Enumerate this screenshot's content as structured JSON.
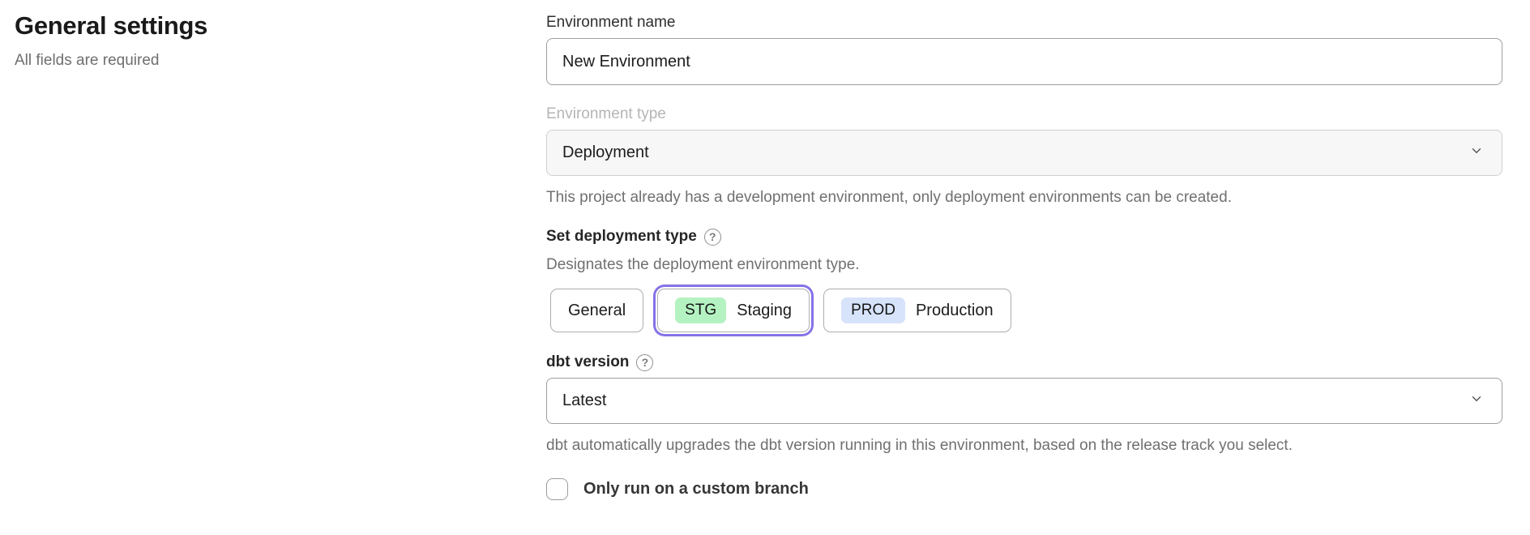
{
  "page": {
    "title": "General settings",
    "subtitle": "All fields are required"
  },
  "icons": {
    "help": "?"
  },
  "form": {
    "environment_name": {
      "label": "Environment name",
      "value": "New Environment"
    },
    "environment_type": {
      "label": "Environment type",
      "value": "Deployment",
      "helper": "This project already has a development environment, only deployment environments can be created.",
      "disabled": true
    },
    "deployment_type": {
      "label": "Set deployment type",
      "description": "Designates the deployment environment type.",
      "options": [
        {
          "label": "General",
          "badge": "",
          "selected": false
        },
        {
          "label": "Staging",
          "badge": "STG",
          "selected": true
        },
        {
          "label": "Production",
          "badge": "PROD",
          "selected": false
        }
      ]
    },
    "dbt_version": {
      "label": "dbt version",
      "value": "Latest",
      "helper": "dbt automatically upgrades the dbt version running in this environment, based on the release track you select."
    },
    "custom_branch": {
      "label": "Only run on a custom branch",
      "checked": false
    }
  },
  "colors": {
    "selected_ring": "#8572e8",
    "stg_badge_bg": "#b4f2c1",
    "prod_badge_bg": "#d6e3fa",
    "disabled_field_bg": "#f7f7f7",
    "helper_text": "#707070"
  }
}
